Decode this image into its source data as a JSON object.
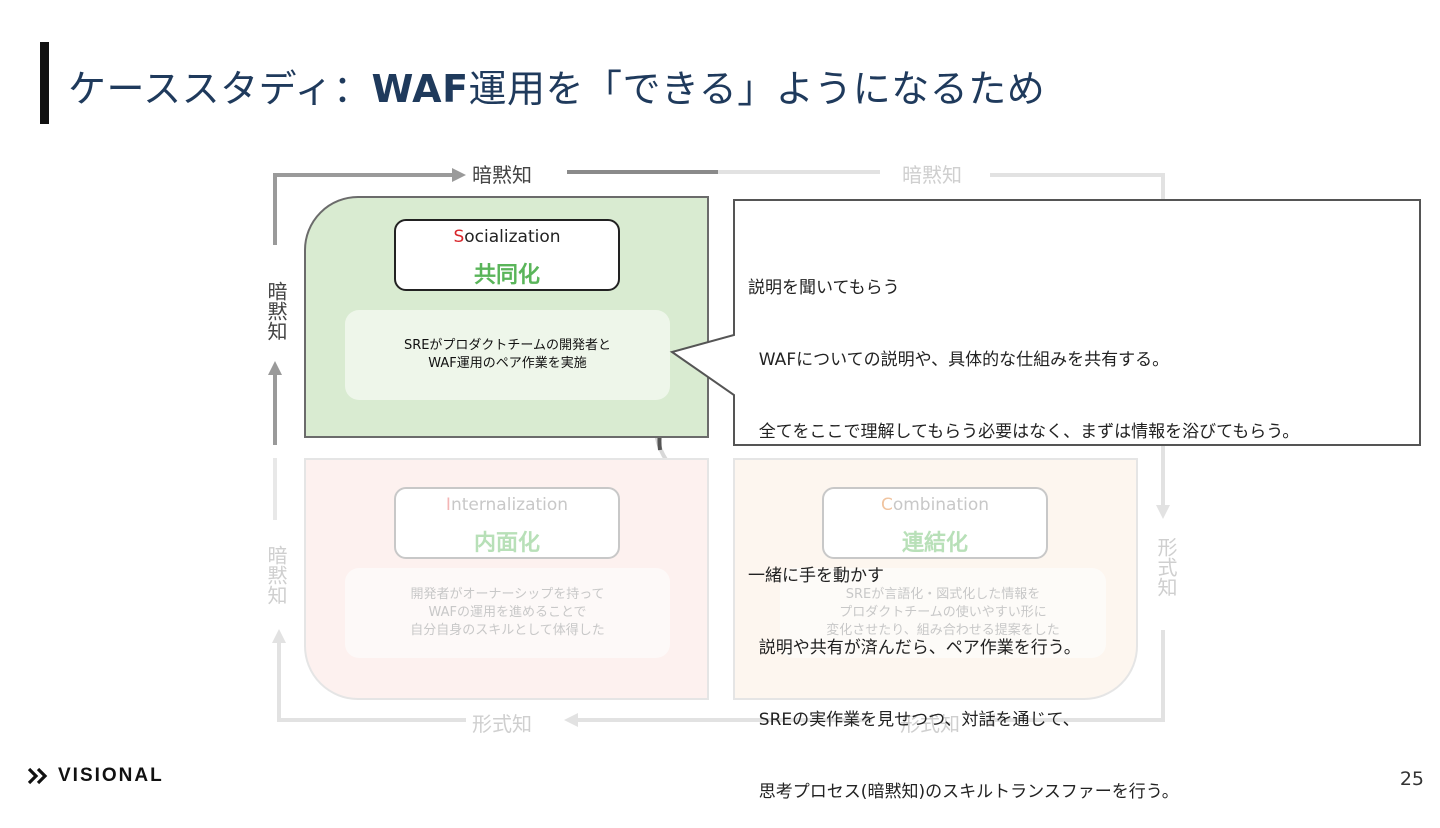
{
  "title": {
    "prefix": "ケーススタディ：",
    "bold": "WAF",
    "suffix": "運用を「できる」ようになるため"
  },
  "axis_labels": {
    "top_left": "暗黙知",
    "top_right": "暗黙知",
    "left_top": "暗黙知",
    "left_bottom": "暗黙知",
    "right": "形式知",
    "bottom_left": "形式知",
    "bottom_right": "形式知"
  },
  "quadrants": {
    "socialization": {
      "initial": "S",
      "rest": "ocialization",
      "ja": "共同化",
      "desc": [
        "SREがプロダクトチームの開発者と",
        "WAF運用のペア作業を実施"
      ]
    },
    "internalization": {
      "initial": "I",
      "rest": "nternalization",
      "ja": "内面化",
      "desc": [
        "開発者がオーナーシップを持って",
        "WAFの運用を進めることで",
        "自分自身のスキルとして体得した"
      ]
    },
    "combination": {
      "initial": "C",
      "rest": "ombination",
      "ja": "連結化",
      "desc": [
        "SREが言語化・図式化した情報を",
        "プロダクトチームの使いやすい形に",
        "変化させたり、組み合わせる提案をした"
      ]
    }
  },
  "callout": {
    "lines": [
      "説明を聞いてもらう",
      "  WAFについての説明や、具体的な仕組みを共有する。",
      "  全てをここで理解してもらう必要はなく、まずは情報を浴びてもらう。",
      " ",
      "一緒に手を動かす",
      "  説明や共有が済んだら、ペア作業を行う。",
      "  SREの実作業を見せつつ、対話を通じて、",
      "  思考プロセス(暗黙知)のスキルトランスファーを行う。"
    ]
  },
  "logo": {
    "text": "VISIONAL",
    "icon": "double-chevron-icon"
  },
  "page_number": "25"
}
